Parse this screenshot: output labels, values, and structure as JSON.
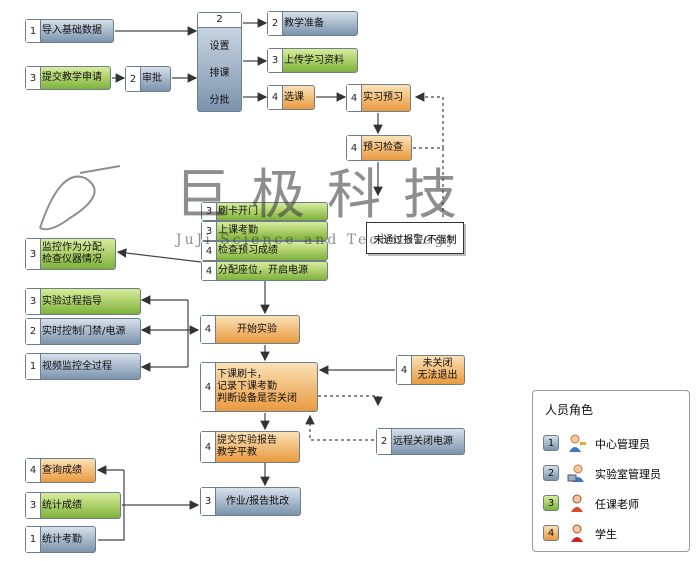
{
  "nodes": {
    "import": {
      "num": "1",
      "label": "导入基础数据"
    },
    "apply": {
      "num": "3",
      "label": "提交教学申请"
    },
    "approve": {
      "num": "2",
      "label": "审批"
    },
    "center": {
      "num": "2",
      "lines": [
        "设置",
        "排课",
        "分批"
      ]
    },
    "prep": {
      "num": "2",
      "label": "教学准备"
    },
    "upload": {
      "num": "3",
      "label": "上传学习资料"
    },
    "select": {
      "num": "4",
      "label": "选课"
    },
    "preview": {
      "num": "4",
      "label": "实习预习"
    },
    "previewcheck": {
      "num": "4",
      "label": "预习检查"
    },
    "notpass": {
      "label": "未通过报警/不强制"
    },
    "card": {
      "num": "3",
      "label": "刷卡开门"
    },
    "attend": {
      "num": "3",
      "label": "上课考勤"
    },
    "checkprev": {
      "num": "4",
      "label": "检查预习成绩"
    },
    "seat": {
      "num": "4",
      "label": "分配座位，开启电源"
    },
    "monitor": {
      "num": "3",
      "lines": [
        "监控作为分配,",
        "检查仪器情况"
      ]
    },
    "guide": {
      "num": "3",
      "label": "实验过程指导"
    },
    "rtcontrol": {
      "num": "2",
      "label": "实时控制门禁/电源"
    },
    "video": {
      "num": "1",
      "label": "视频监控全过程"
    },
    "start": {
      "num": "4",
      "label": "开始实验"
    },
    "end": {
      "num": "4",
      "lines": [
        "下课刷卡，",
        "记录下课考勤",
        "判断设备是否关闭"
      ]
    },
    "notclosed": {
      "num": "4",
      "lines": [
        "未关闭",
        "无法退出"
      ]
    },
    "remote": {
      "num": "2",
      "label": "远程关闭电源"
    },
    "report": {
      "num": "4",
      "lines": [
        "提交实验报告",
        "教学平教"
      ]
    },
    "review": {
      "num": "3",
      "label": "作业/报告批改"
    },
    "query": {
      "num": "4",
      "label": "查询成绩"
    },
    "stats": {
      "num": "3",
      "label": "统计成绩"
    },
    "attendstat": {
      "num": "1",
      "label": "统计考勤"
    }
  },
  "legend": {
    "title": "人员角色",
    "items": [
      {
        "num": "1",
        "label": "中心管理员"
      },
      {
        "num": "2",
        "label": "实验室管理员"
      },
      {
        "num": "3",
        "label": "任课老师"
      },
      {
        "num": "4",
        "label": "学生"
      }
    ]
  },
  "watermark": {
    "chinese": "巨极科技",
    "latin": "JuJi Science and Technology"
  },
  "colors": {
    "blue": "#7b93ad",
    "green": "#7fb23a",
    "orange": "#e99a3f",
    "line": "#444444"
  }
}
